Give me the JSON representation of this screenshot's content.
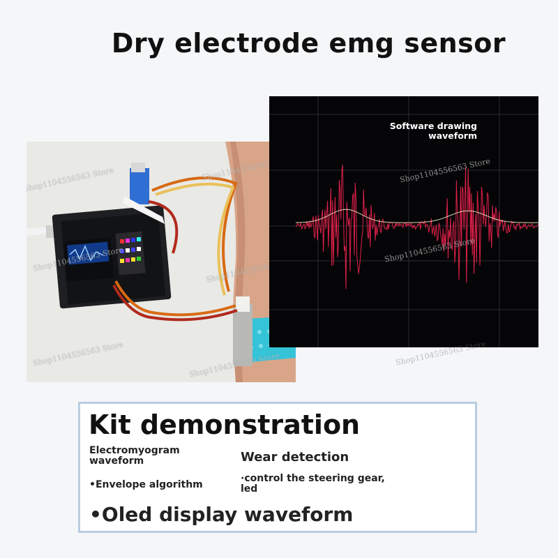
{
  "title": "Dry electrode emg sensor",
  "scope": {
    "label": "Software drawing\nwaveform"
  },
  "watermark": "Shop1104556563 Store",
  "kit": {
    "heading": "Kit demonstration",
    "features": [
      "Electromyogram\nwaveform",
      "Wear detection",
      "•Envelope algorithm",
      "·control the steering gear,\nled",
      "•Oled display waveform"
    ]
  },
  "colors": {
    "wave": "#e0204a",
    "envelope": "#d8d6b0",
    "grid": "#2b2b32",
    "panel_border": "#b9cde0",
    "strap": "#35c3d8"
  }
}
